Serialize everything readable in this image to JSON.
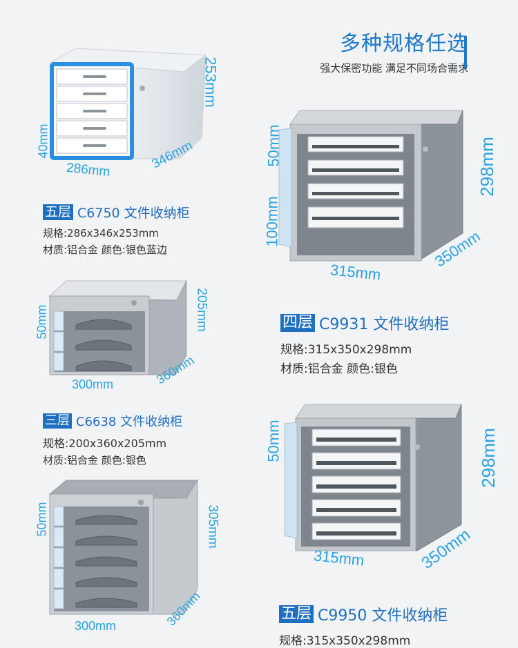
{
  "header": {
    "title": "多种规格任选",
    "subtitle": "强大保密功能 满足不同场合需求"
  },
  "products": [
    {
      "layers": "五层",
      "model": "C6750 文件收纳柜",
      "spec": "规格:286x346x253mm",
      "material": "材质:铝合金 颜色:银色蓝边",
      "dims": {
        "height": "253mm",
        "width": "286mm",
        "depth": "346mm",
        "drawer": "40mm"
      }
    },
    {
      "layers": "四层",
      "model": "C9931 文件收纳柜",
      "spec": "规格:315x350x298mm",
      "material": "材质:铝合金 颜色:银色",
      "dims": {
        "height": "298mm",
        "width": "315mm",
        "depth": "350mm",
        "drawer": "50mm",
        "drawer_big": "100mm"
      }
    },
    {
      "layers": "三层",
      "model": "C6638 文件收纳柜",
      "spec": "规格:200x360x205mm",
      "material": "材质:铝合金 颜色:银色",
      "dims": {
        "height": "205mm",
        "width": "300mm",
        "depth": "360mm",
        "drawer": "50mm"
      }
    },
    {
      "layers": "五层",
      "model": "C9950 文件收纳柜",
      "spec": "规格:315x350x298mm",
      "dims": {
        "height": "298mm",
        "width": "315mm",
        "depth": "350mm",
        "drawer": "50mm"
      }
    },
    {
      "dims": {
        "height": "305mm",
        "width": "300mm",
        "depth": "360mm",
        "drawer": "50mm"
      }
    }
  ],
  "colors": {
    "accent": "#1f78c8",
    "dimension": "#2ba3e2",
    "tag_bg": "#1f6fc0"
  }
}
